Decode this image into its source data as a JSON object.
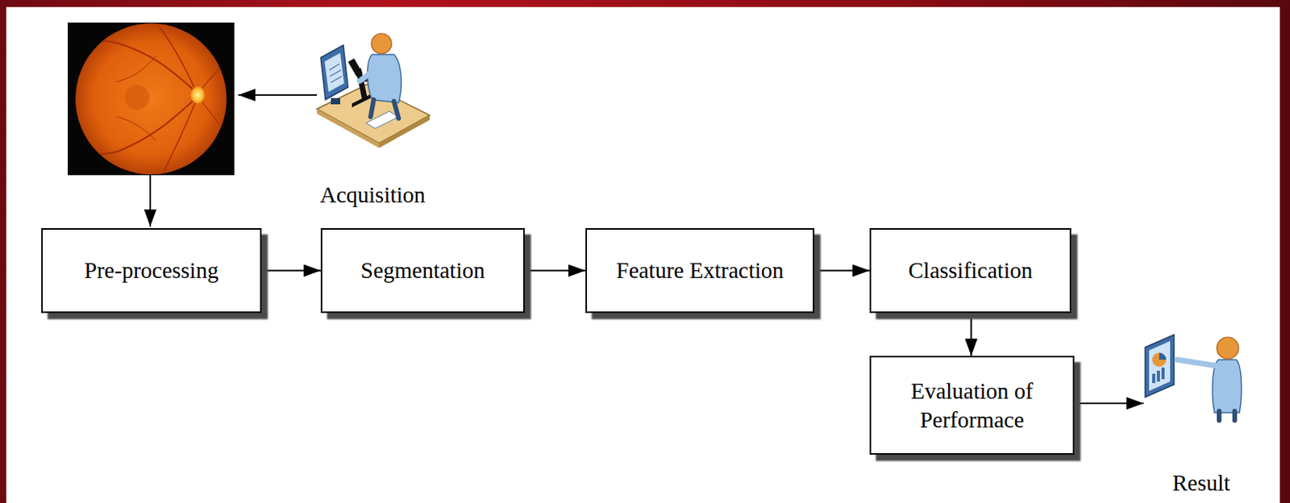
{
  "diagram": {
    "nodes": [
      {
        "text": [
          "Pre-processing"
        ]
      },
      {
        "text": [
          "Segmentation"
        ]
      },
      {
        "text": [
          "Feature Extraction"
        ]
      },
      {
        "text": [
          "Classification"
        ]
      },
      {
        "text": [
          "Evaluation of Performace"
        ]
      }
    ],
    "edges": [
      {
        "from": 0,
        "to": 1,
        "arrow": "to"
      },
      {
        "from": 1,
        "to": 2,
        "arrow": "to"
      },
      {
        "from": 2,
        "to": 3,
        "arrow": "to"
      },
      {
        "from": 3,
        "to": 4,
        "arrow": "to"
      }
    ],
    "labels": [
      "Acquisition",
      "Result"
    ]
  }
}
